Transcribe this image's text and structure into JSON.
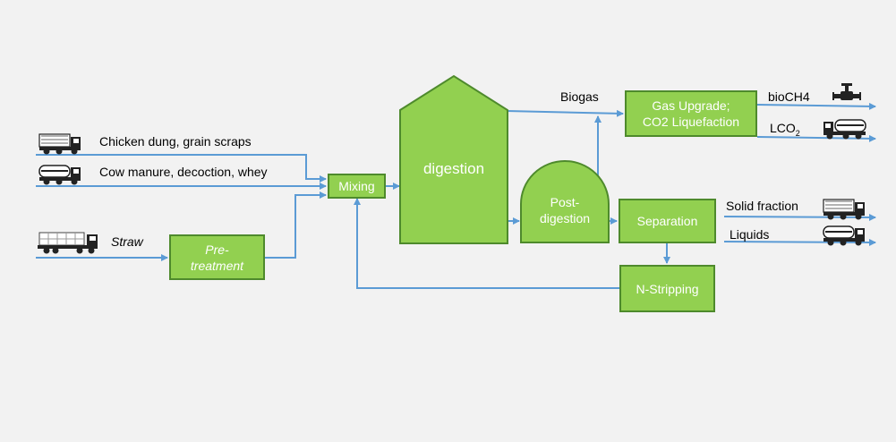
{
  "inputs": {
    "chicken": "Chicken dung, grain scraps",
    "cow": "Cow manure, decoction, whey",
    "straw": "Straw"
  },
  "processes": {
    "pretreatment": "Pre-\ntreatment",
    "mixing": "Mixing",
    "digestion": "digestion",
    "post_digestion": "Post-\ndigestion",
    "gas_upgrade": "Gas Upgrade;\nCO2 Liquefaction",
    "separation": "Separation",
    "n_stripping": "N-Stripping"
  },
  "flows": {
    "biogas": "Biogas",
    "biomethane": "bioCH4",
    "lco2_main": "LCO",
    "lco2_sub": "2",
    "solid": "Solid fraction",
    "liquids": "Liquids"
  },
  "icons": {
    "chicken_truck": "dump-truck-icon",
    "cow_truck": "tanker-truck-icon",
    "straw_truck": "flatbed-truck-icon",
    "biomethane": "gas-valve-icon",
    "lco2": "tanker-truck-icon",
    "solid": "dump-truck-icon",
    "liquids": "tanker-truck-icon"
  },
  "colors": {
    "box_fill": "#92d050",
    "box_border": "#4e8a2c",
    "arrow": "#5b9bd5",
    "background": "#f2f2f2"
  }
}
